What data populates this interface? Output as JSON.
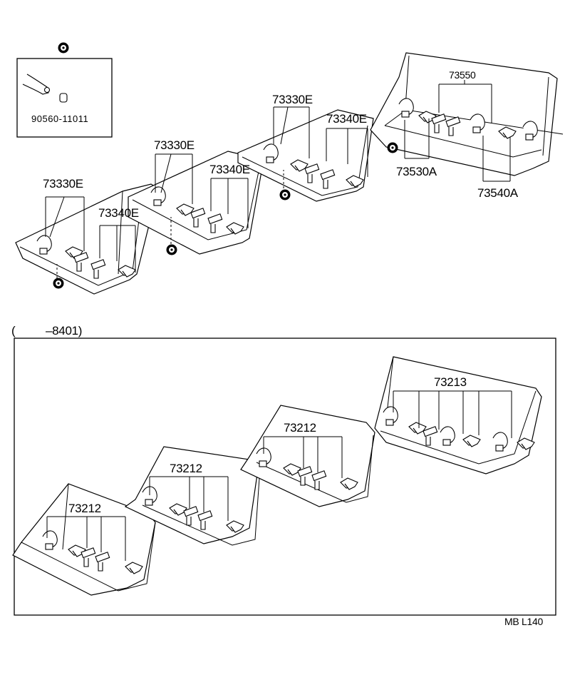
{
  "diagram": {
    "top_section": {
      "inset_part_number": "90560-11011",
      "labels": {
        "a1": "73330E",
        "a2": "73340E",
        "b1": "73330E",
        "b2": "73340E",
        "c1": "73330E",
        "c2": "73340E",
        "d_top": "73550",
        "d_left": "73530A",
        "d_right": "73540A"
      }
    },
    "bottom_section": {
      "range_label_open": "(",
      "range_label_value": "–8401)",
      "labels": {
        "s1": "73212",
        "s2": "73212",
        "s3": "73212",
        "s4": "73213"
      }
    },
    "footer_code": "MB  L140"
  }
}
